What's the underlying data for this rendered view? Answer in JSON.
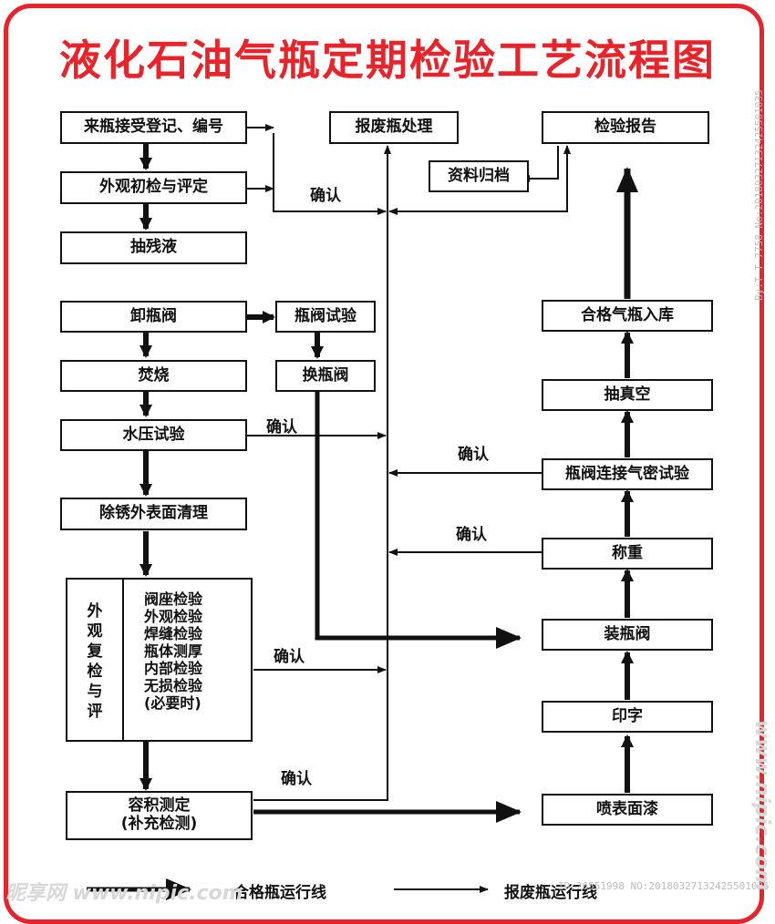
{
  "title": "液化石油气瓶定期检验工艺流程图",
  "boxes": {
    "register": "来瓶接受登记、编号",
    "visual_initial": "外观初检与评定",
    "drain": "抽残液",
    "remove_valve": "卸瓶阀",
    "burn": "焚烧",
    "hydro": "水压试验",
    "derust": "除锈外表面清理",
    "recheck_title": "外观复检与评",
    "recheck_items": [
      "阀座检验",
      "外观检验",
      "焊缝检验",
      "瓶体测厚",
      "内部检验",
      "无损检验",
      "(必要时)"
    ],
    "volume_line1": "容积测定",
    "volume_line2": "(补充检测)",
    "valve_test": "瓶阀试验",
    "valve_replace": "换瓶阀",
    "scrap": "报废瓶处理",
    "archive": "资料归档",
    "report": "检验报告",
    "storage": "合格气瓶入库",
    "vacuum": "抽真空",
    "leak_test": "瓶阀连接气密试验",
    "weigh": "称重",
    "install_valve": "装瓶阀",
    "stamp": "印字",
    "paint": "喷表面漆"
  },
  "confirm_label": "确认",
  "legend": {
    "qualified_line": "合格瓶运行线",
    "scrap_line": "报废瓶运行线"
  },
  "watermarks": {
    "side_id": "By:T T 7758 No:20180327132425501035",
    "bottom_id": "ID:26551998 NO:20180327132425501035",
    "site_bottom": "昵享网 www.nipic.com",
    "site_side": "www.nipic.com"
  },
  "colors": {
    "frame": "#e8232a",
    "title": "#e8232a",
    "line": "#111111"
  }
}
